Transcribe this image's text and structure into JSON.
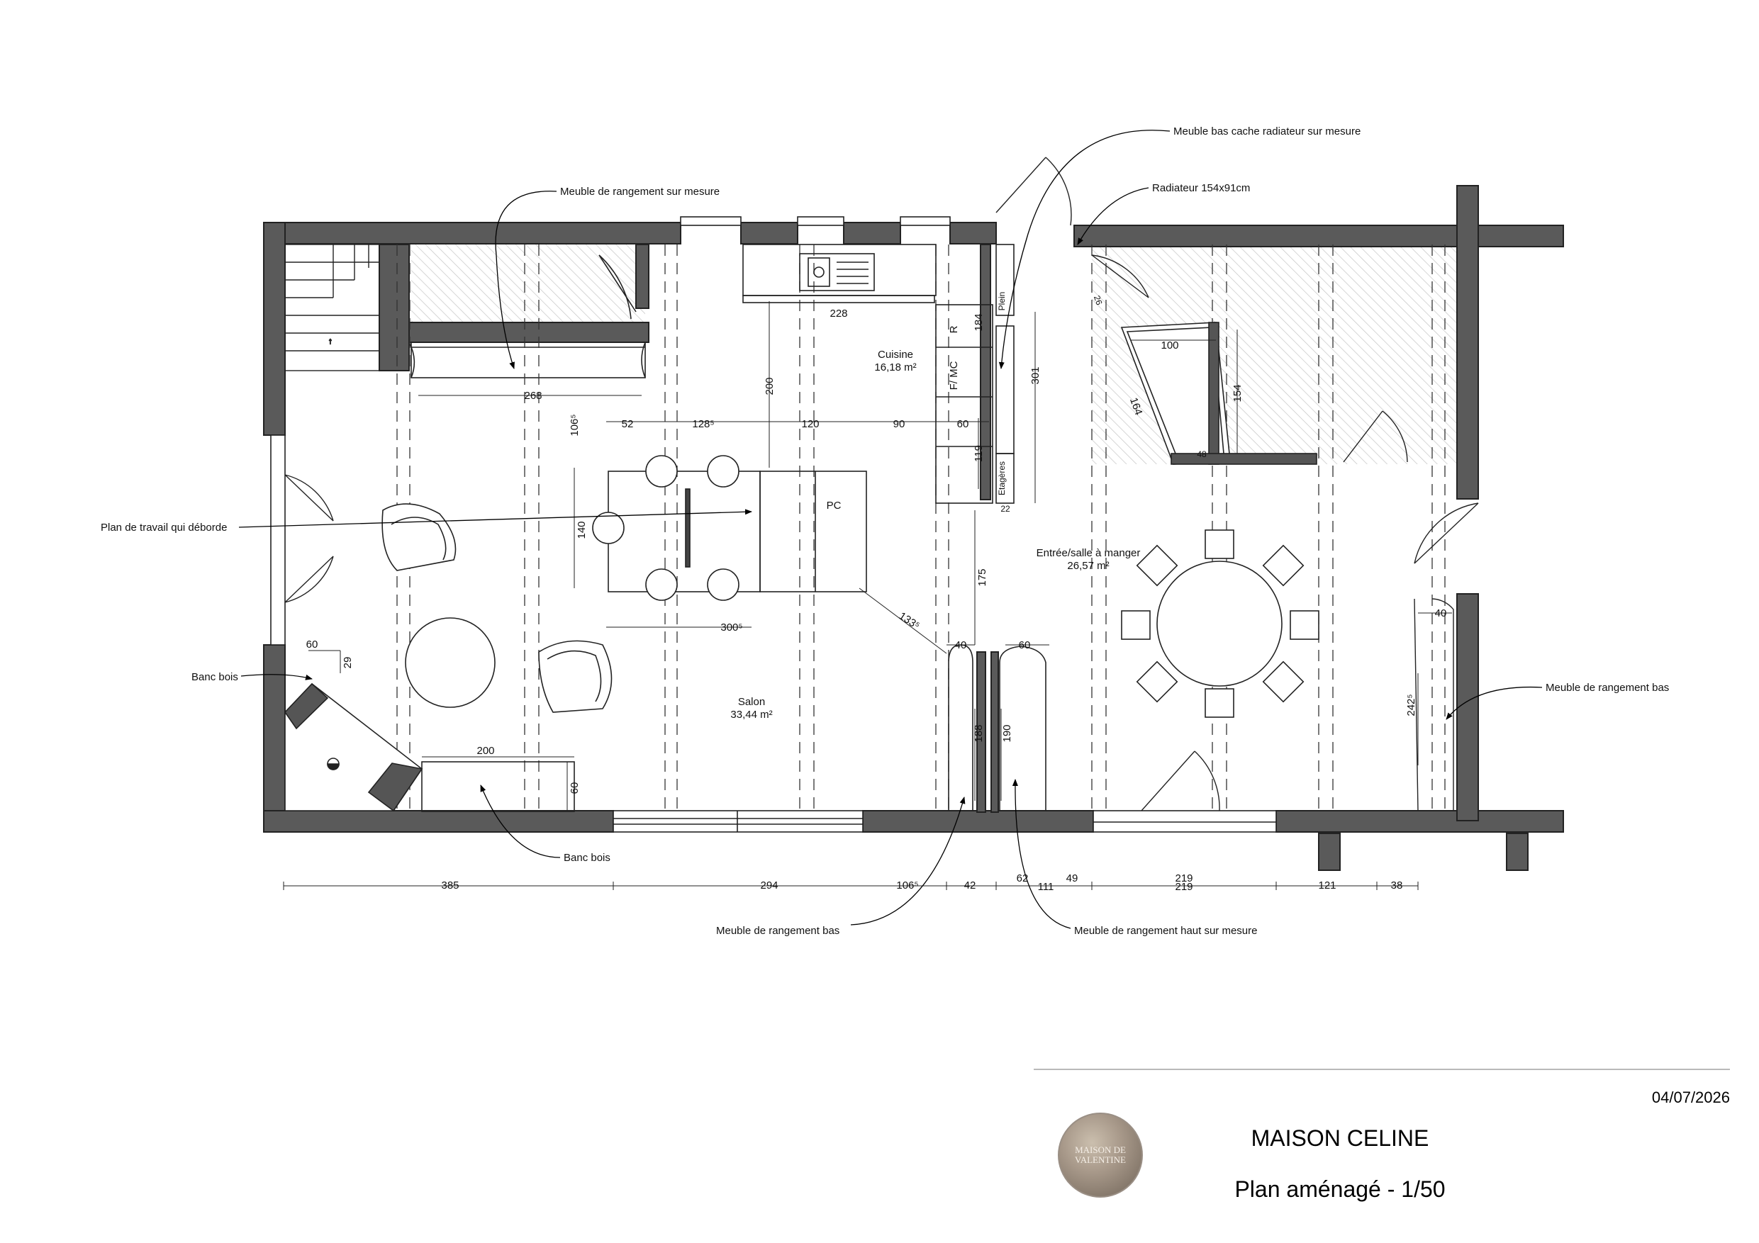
{
  "rooms": {
    "cuisine": {
      "name": "Cuisine",
      "area": "16,18 m²"
    },
    "salon": {
      "name": "Salon",
      "area": "33,44 m²"
    },
    "entree": {
      "name": "Entrée/salle à manger",
      "area": "26,57 m²"
    },
    "pc": "PC"
  },
  "annotations": {
    "meuble_rangement_sur_mesure": "Meuble de rangement sur mesure",
    "meuble_bas_cache_radiateur": "Meuble bas cache radiateur sur mesure",
    "radiateur": "Radiateur 154x91cm",
    "plan_travail": "Plan de travail qui déborde",
    "banc_bois_left": "Banc bois",
    "banc_bois_bottom": "Banc bois",
    "meuble_rangement_bas_right": "Meuble de rangement bas",
    "meuble_rangement_bas_bottom": "Meuble de rangement bas",
    "meuble_rangement_haut": "Meuble de rangement haut sur mesure"
  },
  "kitchen_labels": {
    "plein": "Plein",
    "r": "R",
    "fmc": "F/\nMC",
    "etageres": "Etagères"
  },
  "dimensions": {
    "d268": "268",
    "d1065a": "106⁵",
    "d52": "52",
    "d1285": "128⁵",
    "d120": "120",
    "d90": "90",
    "d60a": "60",
    "d200v": "200",
    "d228": "228",
    "d184": "184",
    "d301": "301",
    "d119": "119",
    "d22": "22",
    "d140": "140",
    "d3005": "300⁵",
    "d1335": "133⁵",
    "d175": "175",
    "d40a": "40",
    "d60b": "60",
    "d188": "188",
    "d190": "190",
    "d200h": "200",
    "d60c": "60",
    "d60d": "60",
    "d29": "29",
    "d100": "100",
    "d164": "164",
    "d154": "154",
    "d48": "48",
    "d26": "26",
    "d40b": "40",
    "d2425": "242⁵",
    "bottom": {
      "d385": "385",
      "d294": "294",
      "d1065b": "106⁵",
      "d42": "42",
      "d62": "62",
      "d111": "111",
      "d49": "49",
      "d219a": "219",
      "d219b": "219",
      "d121": "121",
      "d38": "38"
    }
  },
  "footer": {
    "date": "04/07/2026",
    "title": "MAISON CELINE",
    "subtitle": "Plan aménagé - 1/50",
    "logo_line1": "MAISON DE",
    "logo_line2": "VALENTINE"
  },
  "colors": {
    "wall": "#5a5a5a",
    "line": "#1a1a1a",
    "hatch": "#b8b8b8"
  }
}
